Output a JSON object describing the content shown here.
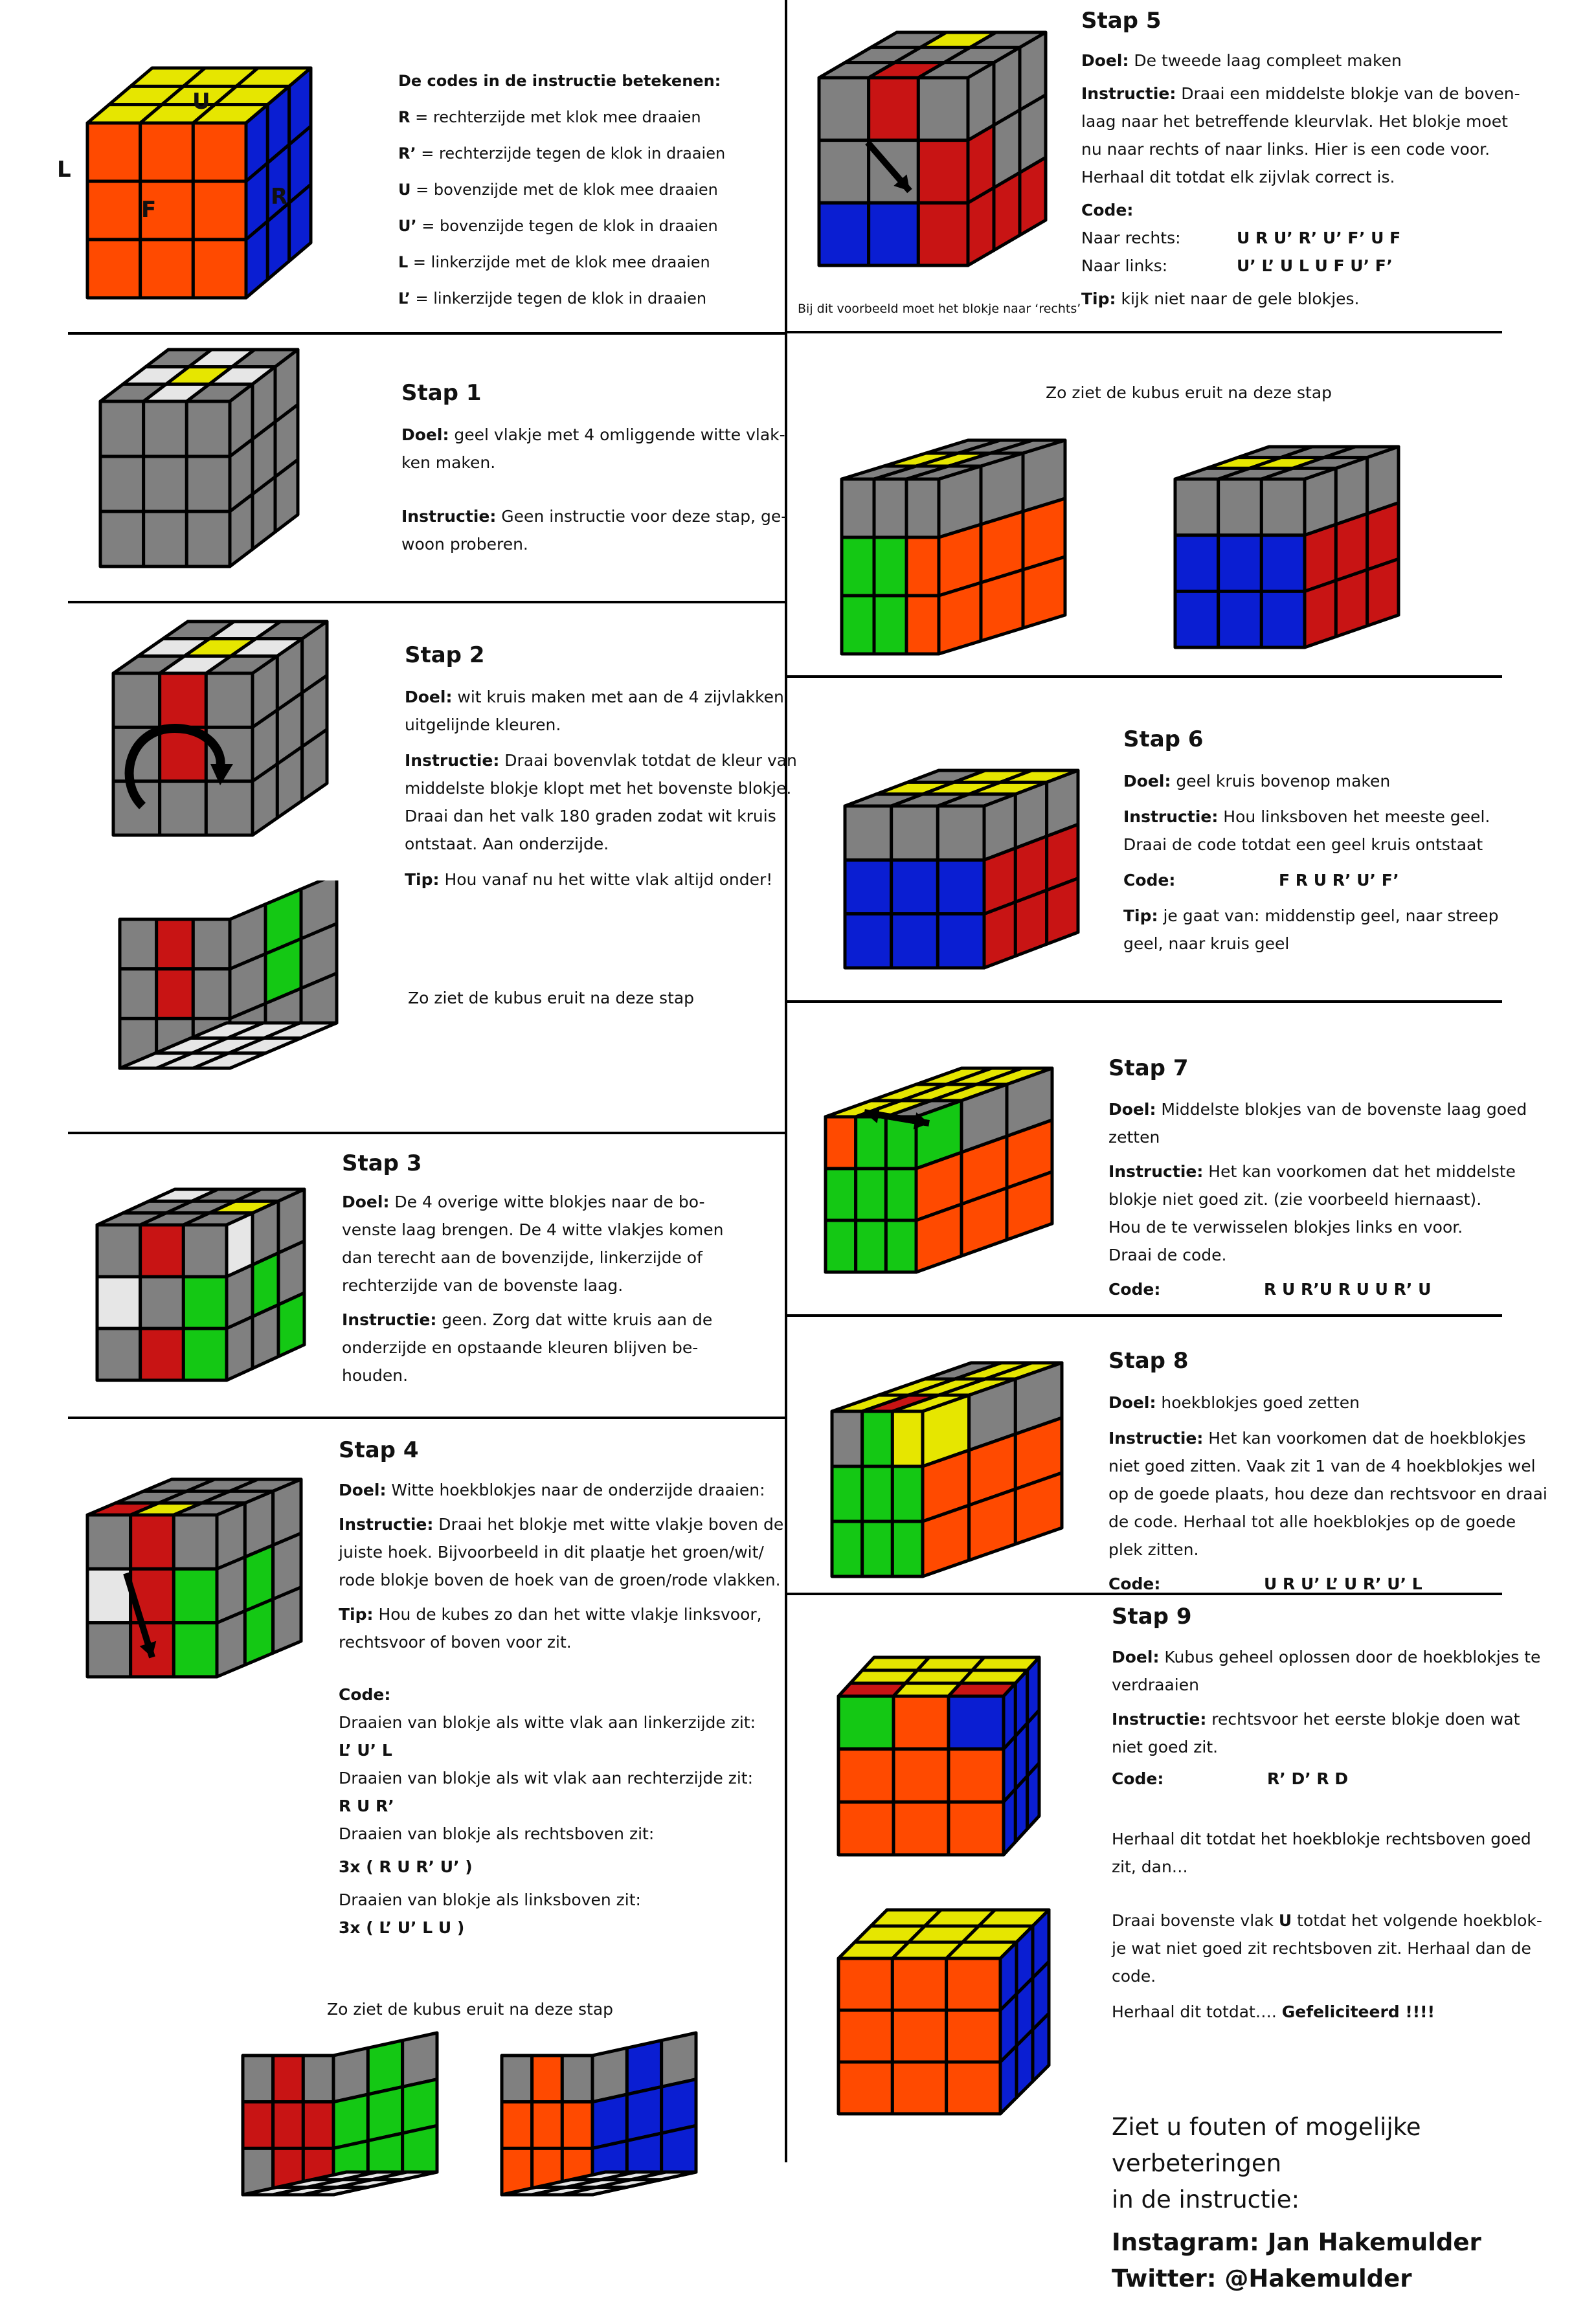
{
  "legend": {
    "heading": "De codes in de instructie betekenen:",
    "rows": [
      {
        "key": "R",
        "text": " = rechterzijde met klok mee draaien"
      },
      {
        "key": "R’",
        "text": " = rechterzijde tegen de klok in draaien"
      },
      {
        "key": "U",
        "text": " = bovenzijde met de klok mee draaien"
      },
      {
        "key": "U’",
        "text": " = bovenzijde tegen de klok in draaien"
      },
      {
        "key": "L",
        "text": " = linkerzijde met de klok mee draaien"
      },
      {
        "key": "L’",
        "text": " = linkerzijde tegen de klok in draaien"
      }
    ],
    "face_labels": {
      "u": "U",
      "l": "L",
      "f": "F",
      "r": "R"
    }
  },
  "labels": {
    "goal": "Doel:",
    "instruction": "Instructie:",
    "tip": "Tip:",
    "code": "Code:"
  },
  "step1": {
    "title": "Stap 1",
    "goal": " geel vlakje met 4 omliggende witte vlak-",
    "goal2": "ken maken.",
    "instruction": " Geen instructie voor deze stap, ge-",
    "instruction2": "woon proberen."
  },
  "step2": {
    "title": "Stap 2",
    "goal": " wit kruis maken met aan de 4 zijvlakken",
    "goal2": "uitgelijnde kleuren.",
    "instruction": " Draai bovenvlak totdat de kleur van",
    "instruction2": "middelste blokje klopt met het bovenste blokje.",
    "instruction3": "Draai dan het valk 180 graden zodat wit kruis",
    "instruction4": "ontstaat. Aan onderzijde.",
    "tip": " Hou vanaf nu het witte vlak altijd onder!",
    "after": "Zo ziet de kubus eruit na deze stap"
  },
  "step3": {
    "title": "Stap 3",
    "goal": "  De 4 overige witte blokjes naar de bo-",
    "goal2": "venste laag brengen. De 4 witte vlakjes komen",
    "goal3": "dan terecht aan de bovenzijde, linkerzijde of",
    "goal4": "rechterzijde van de bovenste laag.",
    "instruction": "  geen. Zorg dat witte kruis aan de",
    "instruction2": "onderzijde en opstaande kleuren blijven be-",
    "instruction3": "houden."
  },
  "step4": {
    "title": "Stap 4",
    "goal": " Witte hoekblokjes naar de onderzijde draaien:",
    "instruction": " Draai het blokje met witte vlakje boven de",
    "instruction2": "juiste hoek. Bijvoorbeeld in dit plaatje het groen/wit/",
    "instruction3": "rode blokje boven de hoek van de groen/rode vlakken.",
    "tip": " Hou de kubes zo dan het witte vlakje linksvoor,",
    "tip2": "rechtsvoor of boven voor zit.",
    "case1": "Draaien van blokje als witte vlak aan linkerzijde zit:",
    "code1": "L’ U’ L",
    "case2": "Draaien van blokje als wit vlak aan rechterzijde zit:",
    "code2": "R  U  R’",
    "case3": "Draaien van blokje als rechtsboven zit:",
    "code3": "3x ( R U  R’ U’ )",
    "case4": "Draaien van blokje als linksboven zit:",
    "code4": "3x ( L’ U’ L  U )",
    "after": "Zo ziet de kubus eruit na deze stap"
  },
  "step5": {
    "title": "Stap 5",
    "goal": " De tweede laag compleet maken",
    "instruction": " Draai een middelste blokje van de boven-",
    "instruction2": "laag naar het betreffende kleurvlak. Het blokje moet",
    "instruction3": "nu naar rechts of naar links. Hier is een code voor.",
    "instruction4": "Herhaal dit totdat elk zijvlak correct is.",
    "right_label": "Naar rechts:",
    "right_code": "U R U’ R’ U’ F’ U F",
    "left_label": "Naar links:",
    "left_code": "U’ L’ U L U F U’ F’",
    "tip": " kijk niet naar de gele blokjes.",
    "caption": "Bij dit voorbeeld moet het blokje naar ‘rechts’",
    "after": "Zo ziet de kubus eruit na deze stap"
  },
  "step6": {
    "title": "Stap 6",
    "goal": " geel kruis bovenop maken",
    "instruction": " Hou linksboven het meeste geel.",
    "instruction2": "Draai de code totdat een geel kruis ontstaat",
    "code": "F R U R’ U’ F’",
    "tip": " je gaat van: middenstip geel, naar streep",
    "tip2": "geel, naar kruis geel"
  },
  "step7": {
    "title": "Stap 7",
    "goal": " Middelste blokjes van de bovenste laag goed",
    "goal2": "zetten",
    "instruction": " Het kan voorkomen dat het middelste",
    "instruction2": "blokje niet goed zit. (zie voorbeeld hiernaast).",
    "instruction3": "Hou de te verwisselen blokjes links en voor.",
    "instruction4": "Draai de code.",
    "code": "R U R’U R U U R’ U"
  },
  "step8": {
    "title": "Stap 8",
    "goal": "  hoekblokjes goed zetten",
    "instruction": " Het kan voorkomen dat de hoekblokjes",
    "instruction2": "niet goed zitten. Vaak zit 1 van de 4 hoekblokjes wel",
    "instruction3": "op de goede plaats, hou deze dan rechtsvoor en draai",
    "instruction4": "de code. Herhaal tot alle hoekblokjes op de goede",
    "instruction5": "plek zitten.",
    "code": "U R U’ L’ U R’ U’ L"
  },
  "step9": {
    "title": "Stap 9",
    "goal": " Kubus geheel oplossen door de hoekblokjes te",
    "goal2": "verdraaien",
    "instruction": " rechtsvoor het eerste blokje doen wat",
    "instruction2": "niet goed zit.",
    "code": "R’ D’ R D",
    "repeat": "Herhaal dit totdat het hoekblokje rechtsboven goed",
    "repeat2": "zit, dan…",
    "turn": "Draai bovenste vlak ",
    "turn_key": "U",
    "turn2": " totdat het volgende hoekblok-",
    "turn3": "je wat niet goed zit rechtsboven zit. Herhaal dan de",
    "turn4": "code.",
    "final": "Herhaal dit totdat…. ",
    "final_bold": "Gefeliciteerd !!!!"
  },
  "footer": {
    "line1": "Ziet u fouten of mogelijke verbeteringen",
    "line2": "in de instructie:",
    "instagram": "Instagram: Jan Hakemulder",
    "twitter": "Twitter: @Hakemulder"
  },
  "colors": {
    "grey": "#808080",
    "yellow": "#e6e600",
    "white": "#e6e6e6",
    "red": "#c81414",
    "orange": "#ff4a00",
    "blue": "#0a1ed2",
    "green": "#14c814"
  }
}
